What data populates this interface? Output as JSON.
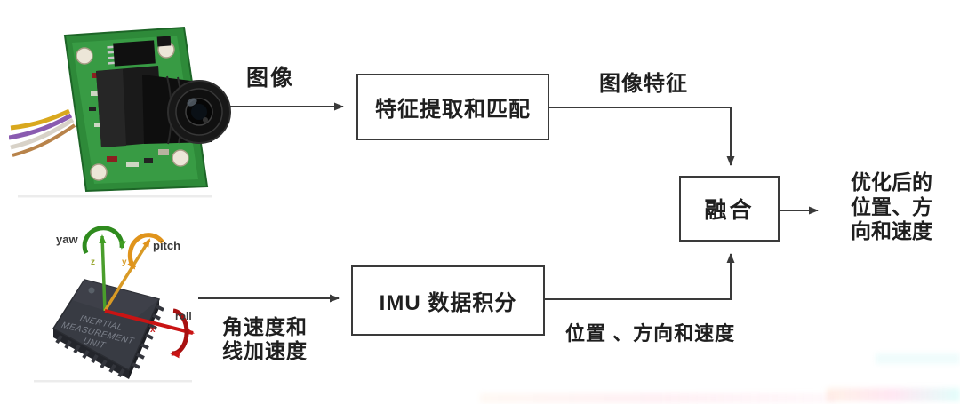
{
  "diagram": {
    "camera_output_label": "图像",
    "feature_box_label": "特征提取和匹配",
    "image_features_label": "图像特征",
    "fusion_box_label": "融合",
    "imu_box_label": "IMU 数据积分",
    "imu_input_label_line1": "角速度和",
    "imu_input_label_line2": "线加速度",
    "imu_output_label": "位置 、方向和速度",
    "output_label_line1": "优化后的",
    "output_label_line2": "位置、方",
    "output_label_line3": "向和速度",
    "imu_illustration": {
      "chip_text_line1": "INERTIAL",
      "chip_text_line2": "MEASUREMENT",
      "chip_text_line3": "UNIT",
      "yaw_label": "yaw",
      "pitch_label": "pitch",
      "roll_label": "roll",
      "axis_x": "x",
      "axis_y": "y",
      "axis_z": "z"
    },
    "colors": {
      "line": "#3a3a3a",
      "text": "#1f1f1f",
      "pcb_green": "#2e8a39",
      "yaw_green": "#3f9d23",
      "pitch_orange": "#e0941c",
      "roll_red": "#c91414"
    }
  }
}
